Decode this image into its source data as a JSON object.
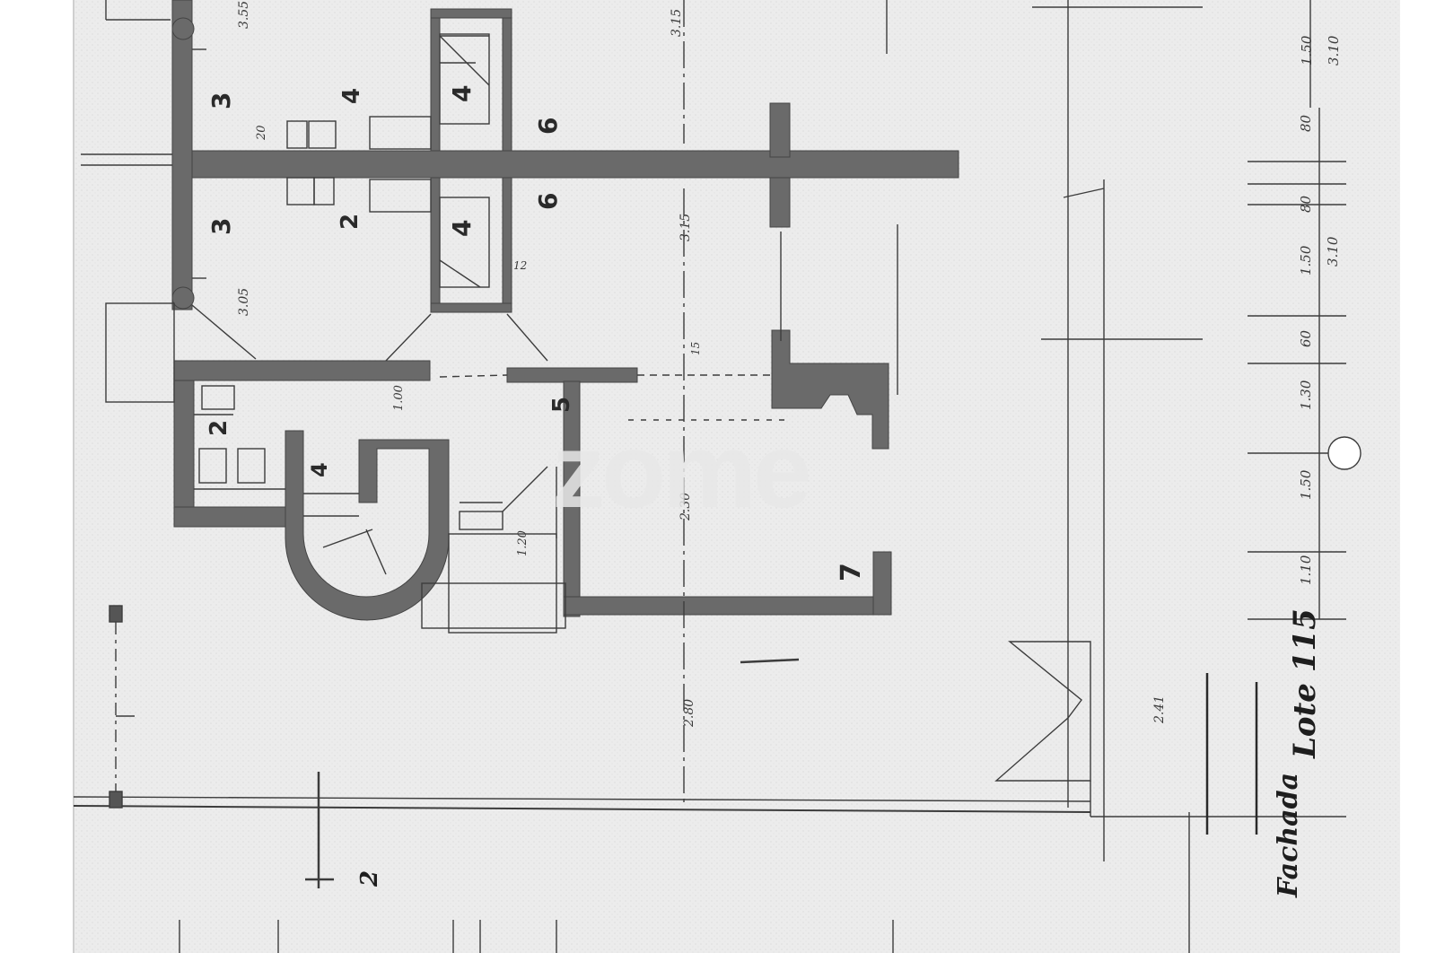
{
  "watermark": "zome",
  "colors": {
    "paper": "#efefef",
    "wall": "#6a6a6a",
    "line": "#3c3c3c",
    "ink": "#2a2a2a"
  },
  "rooms": {
    "r3_top": "3",
    "r3_mid": "3",
    "r2_upper": "2",
    "r2_lower": "2",
    "r4_top": "4",
    "r4_mid": "4",
    "r4_lower": "4",
    "r6_top": "6",
    "r6_mid": "6",
    "r5": "5",
    "r7": "7",
    "r1_top": "4"
  },
  "dims": {
    "d355": "3.55",
    "d315a": "3.15",
    "d315b": "3.15",
    "d305": "3.05",
    "d20": "20",
    "d230": "2.30",
    "d280": "2.80",
    "d120": "1.20",
    "d100": "1.00",
    "d15": "15",
    "d12": "12"
  },
  "scale": {
    "s150a": "1.50",
    "s310a": "3.10",
    "s80a": "80",
    "s80b": "80",
    "s150b": "1.50",
    "s310b": "3.10",
    "s60": "60",
    "s130": "1.30",
    "s150c": "1.50",
    "s110": "1.10"
  },
  "annotations": {
    "lote": "Lote 115",
    "fachada": "Fachada",
    "section_mark": "2",
    "side_dim": "2.41"
  }
}
